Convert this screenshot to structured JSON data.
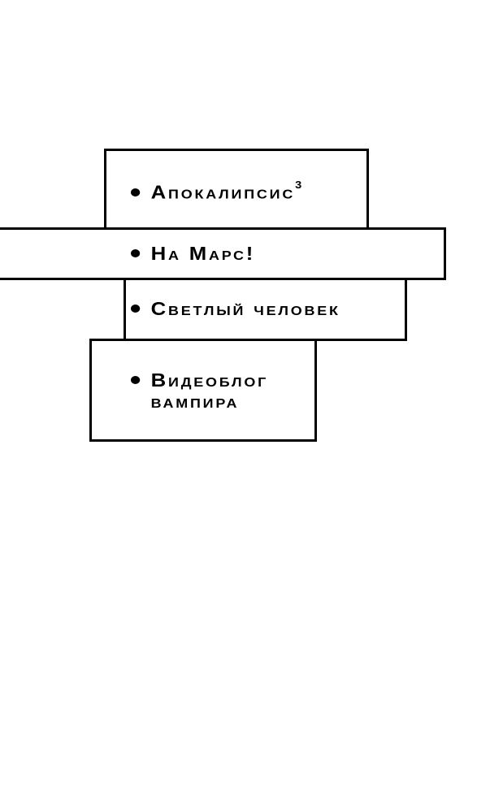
{
  "items": [
    {
      "title": "Апокалипсис",
      "superscript": "3"
    },
    {
      "title": "На Марс!"
    },
    {
      "title": "Светлый человек"
    },
    {
      "title_line1": "Видеоблог",
      "title_line2": "вампира"
    }
  ]
}
